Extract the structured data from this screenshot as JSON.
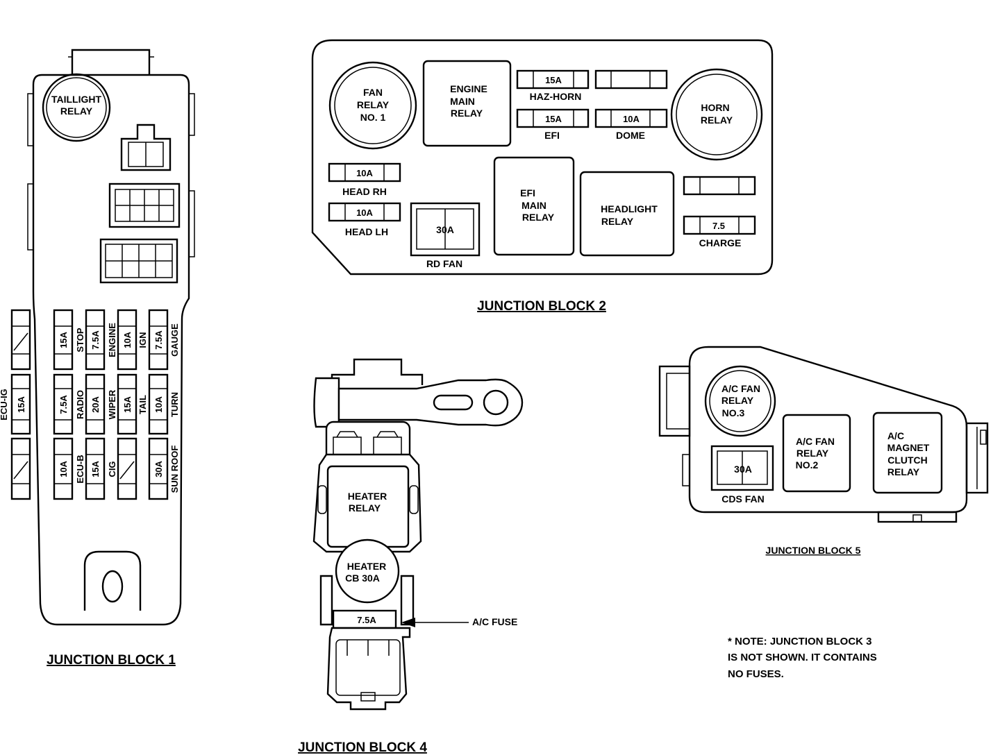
{
  "jb1": {
    "title": "JUNCTION BLOCK 1",
    "taillight_relay": [
      "TAILLIGHT",
      "RELAY"
    ],
    "fuses": [
      {
        "amp": "15A",
        "name": "ECU-IG"
      },
      {
        "amp": "15A",
        "name": "STOP"
      },
      {
        "amp": "7.5A",
        "name": "ENGINE"
      },
      {
        "amp": "10A",
        "name": "IGN"
      },
      {
        "amp": "7.5A",
        "name": "GAUGE"
      },
      {
        "amp": "7.5A",
        "name": "RADIO"
      },
      {
        "amp": "20A",
        "name": "WIPER"
      },
      {
        "amp": "15A",
        "name": "TAIL"
      },
      {
        "amp": "10A",
        "name": "TURN"
      },
      {
        "amp": "10A",
        "name": "ECU-B"
      },
      {
        "amp": "15A",
        "name": "CIG"
      },
      {
        "amp": "30A",
        "name": "SUN ROOF"
      }
    ]
  },
  "jb2": {
    "title": "JUNCTION BLOCK 2",
    "fan_relay_no1": [
      "FAN",
      "RELAY",
      "NO. 1"
    ],
    "engine_main_relay": [
      "ENGINE",
      "MAIN",
      "RELAY"
    ],
    "horn_relay": [
      "HORN",
      "RELAY"
    ],
    "efi_main_relay": [
      "EFI",
      "MAIN",
      "RELAY"
    ],
    "headlight_relay": [
      "HEADLIGHT",
      "RELAY"
    ],
    "fuses": [
      {
        "amp": "15A",
        "name": "HAZ-HORN"
      },
      {
        "amp": "15A",
        "name": "EFI"
      },
      {
        "amp": "10A",
        "name": "DOME"
      },
      {
        "amp": "10A",
        "name": "HEAD RH"
      },
      {
        "amp": "10A",
        "name": "HEAD LH"
      },
      {
        "amp": "30A",
        "name": "RD FAN"
      },
      {
        "amp": "7.5",
        "name": "CHARGE"
      }
    ]
  },
  "jb4": {
    "title": "JUNCTION BLOCK 4",
    "heater_relay": [
      "HEATER",
      "RELAY"
    ],
    "heater_cb": [
      "HEATER",
      "CB 30A"
    ],
    "ac_fuse_amp": "7.5A",
    "ac_fuse_label": "A/C FUSE"
  },
  "jb5": {
    "title": "JUNCTION BLOCK 5",
    "ac_fan_relay_no3": [
      "A/C FAN",
      "RELAY",
      "NO.3"
    ],
    "ac_fan_relay_no2": [
      "A/C FAN",
      "RELAY",
      "NO.2"
    ],
    "ac_magnet_clutch_relay": [
      "A/C",
      "MAGNET",
      "CLUTCH",
      "RELAY"
    ],
    "cds_fan_amp": "30A",
    "cds_fan_label": "CDS FAN"
  },
  "note": [
    "* NOTE:  JUNCTION BLOCK 3",
    "IS NOT SHOWN.  IT CONTAINS",
    "NO FUSES."
  ]
}
